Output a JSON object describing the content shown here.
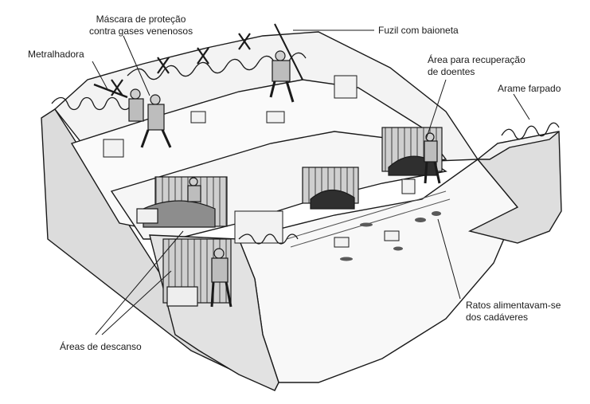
{
  "labels": {
    "mascara": [
      "Máscara de proteção",
      "contra gases venenosos"
    ],
    "fuzil": "Fuzil com baioneta",
    "metralhadora": "Metralhadora",
    "recuperacao": [
      "Área para recuperação",
      "de doentes"
    ],
    "arame": "Arame farpado",
    "ratos": [
      "Ratos alimentavam-se",
      "dos cadáveres"
    ],
    "descanso": "Áreas de descanso"
  },
  "colors": {
    "outline": "#1a1a1a",
    "light_fill": "#f4f4f4",
    "wall_fill": "#d6d6d6",
    "dark_fill": "#3a3a3a"
  }
}
